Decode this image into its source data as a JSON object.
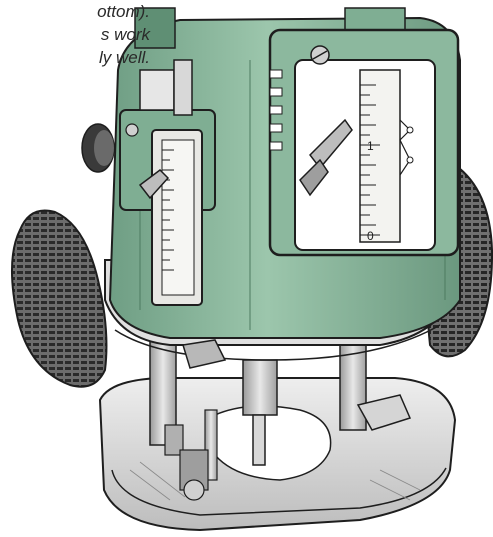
{
  "caption": {
    "lines": [
      "ottom).",
      "s work",
      "ly well."
    ]
  },
  "illustration": {
    "subject": "plunge-router",
    "colors": {
      "body_green": "#8cb89e",
      "body_green_dark": "#5f8f74",
      "metal_grey": "#c8c8c8",
      "metal_dark": "#7a7a7a",
      "outline": "#1e1e1e",
      "scale_face": "#f3f3f0"
    },
    "depth_scale_label_top": "1",
    "depth_scale_label_bottom": "0"
  }
}
